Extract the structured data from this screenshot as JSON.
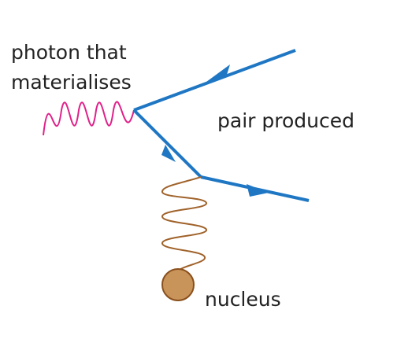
{
  "labels": {
    "photon_line1": "photon that",
    "photon_line2": "materialises",
    "pair": "pair produced",
    "nucleus": "nucleus"
  },
  "colors": {
    "photon": "#e0218a",
    "virtual_photon": "#a0622a",
    "fermion": "#1f77c4",
    "nucleus_fill": "#c8945a",
    "nucleus_stroke": "#8a4f1c"
  }
}
